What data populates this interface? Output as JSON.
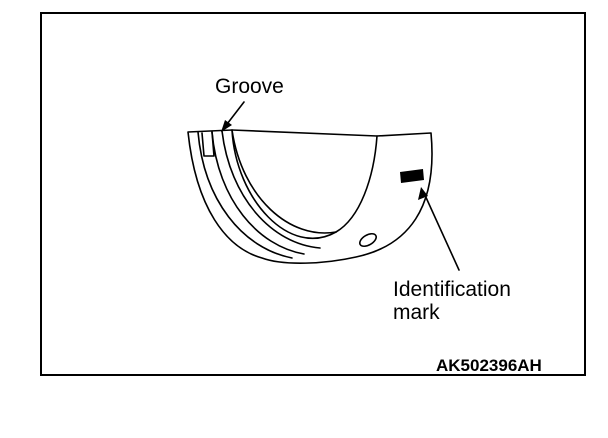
{
  "labels": {
    "groove": "Groove",
    "identification_mark_line1": "Identification",
    "identification_mark_line2": "mark"
  },
  "figure_id": "AK502396AH",
  "colors": {
    "line": "#000000",
    "background": "#ffffff",
    "mark_fill": "#000000"
  }
}
